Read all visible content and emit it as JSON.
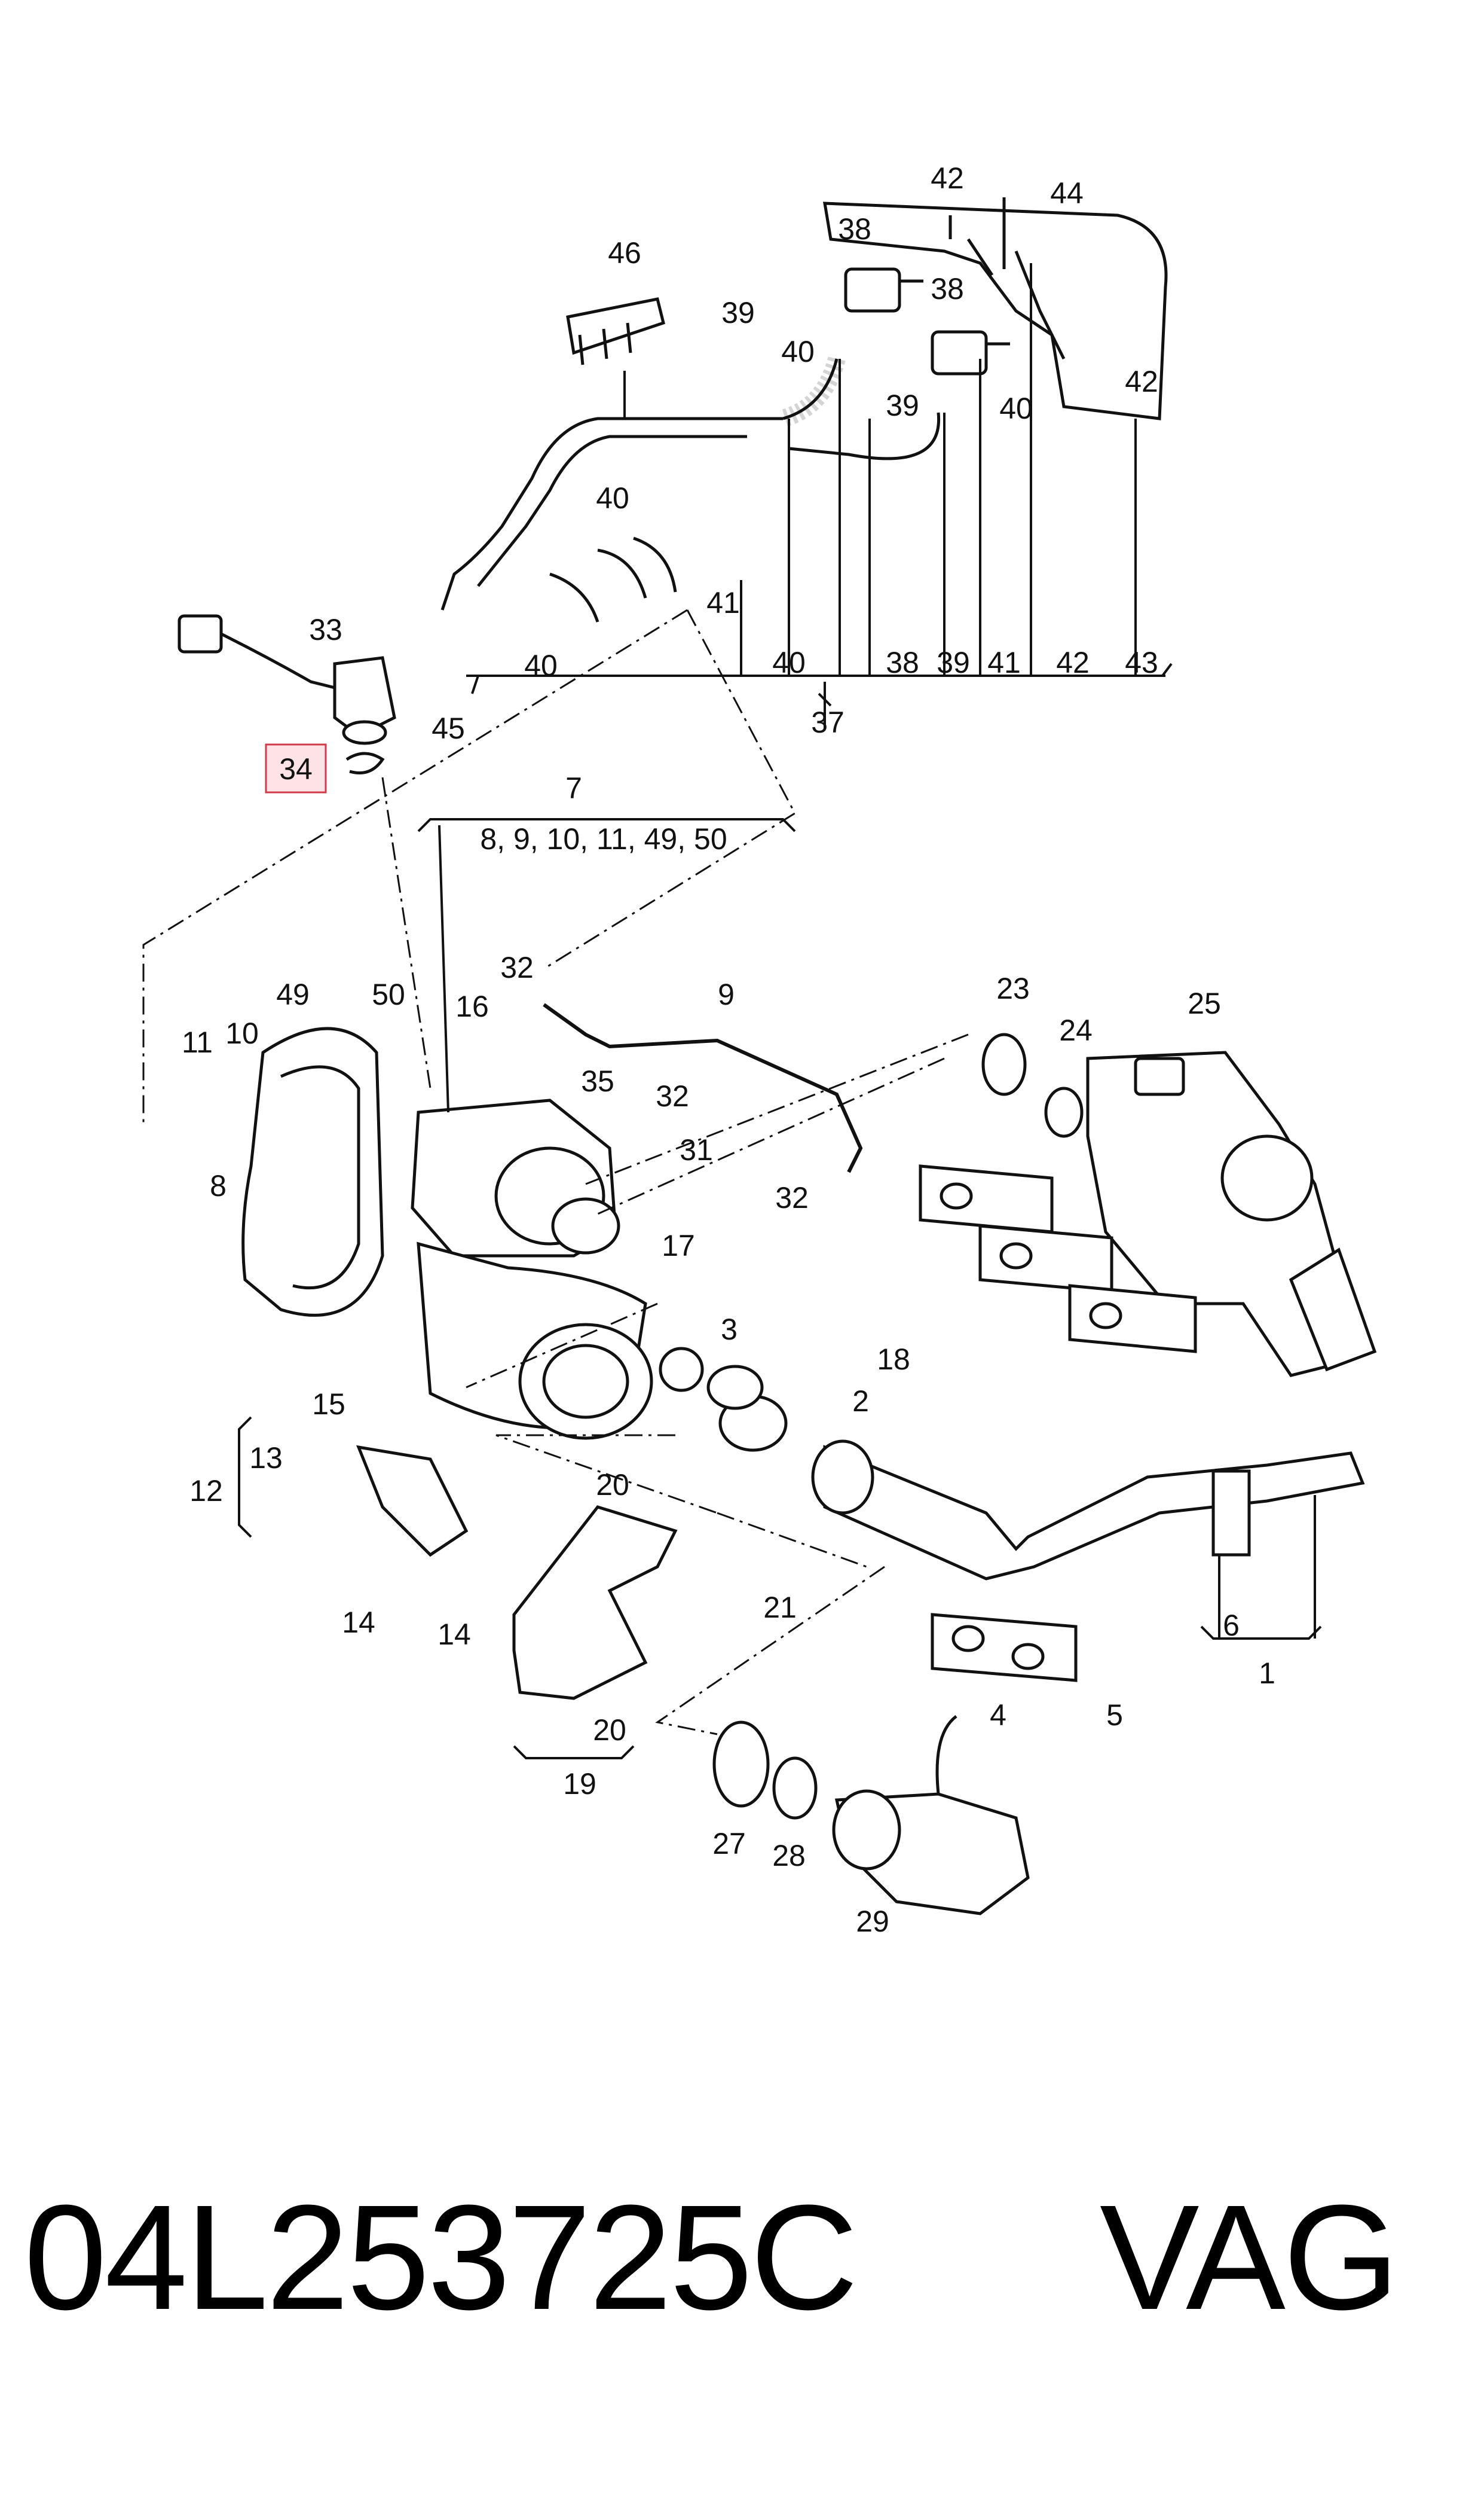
{
  "part_number": "04L253725C",
  "brand": "VAG",
  "highlighted_callout": "34",
  "colors": {
    "highlight_fill": "#fde3e6",
    "highlight_border": "#d23a4a",
    "line": "#111111"
  },
  "callouts": {
    "c1": "1",
    "c2": "2",
    "c3": "3",
    "c4": "4",
    "c5": "5",
    "c6": "6",
    "c7": "7",
    "c8": "8",
    "c9": "9",
    "c10": "10",
    "c11": "11",
    "c12": "12",
    "c13": "13",
    "c14a": "14",
    "c14b": "14",
    "c15": "15",
    "c16": "16",
    "c17": "17",
    "c18": "18",
    "c19": "19",
    "c20a": "20",
    "c20b": "20",
    "c21": "21",
    "c23": "23",
    "c24": "24",
    "c25": "25",
    "c27": "27",
    "c28": "28",
    "c29": "29",
    "c31": "31",
    "c32a": "32",
    "c32b": "32",
    "c32c": "32",
    "c33": "33",
    "c34": "34",
    "c35": "35",
    "c37": "37",
    "c38a": "38",
    "c38b": "38",
    "c38c": "38",
    "c39a": "39",
    "c39b": "39",
    "c39c": "39",
    "c40a": "40",
    "c40b": "40",
    "c40c": "40",
    "c40d": "40",
    "c40e": "40",
    "c41a": "41",
    "c41b": "41",
    "c42a": "42",
    "c42b": "42",
    "c42c": "42",
    "c43": "43",
    "c44": "44",
    "c45": "45",
    "c46": "46",
    "c49": "49",
    "c50": "50",
    "group7": "8, 9, 10, 11, 49, 50"
  }
}
